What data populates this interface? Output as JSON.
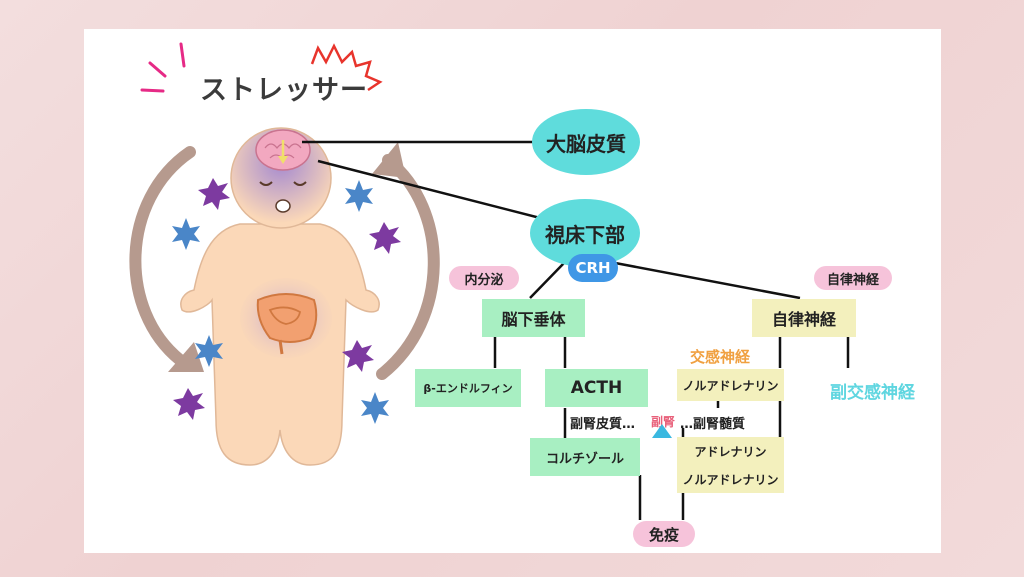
{
  "title": "ストレッサー",
  "nodes": {
    "cortex": "大脳皮質",
    "hypothalamus": "視床下部",
    "crh": "CRH",
    "endocrine_label": "内分泌",
    "autonomic_label": "自律神経",
    "pituitary": "脳下垂体",
    "autonomic_box": "自律神経",
    "endorphin": "β-エンドルフィン",
    "acth": "ACTH",
    "sympathetic": "交感神経",
    "parasympathetic": "副交感神経",
    "noradrenaline": "ノルアドレナリン",
    "adrenal_cortex": "副腎皮質…",
    "adrenal": "副腎",
    "adrenal_medulla": "…副腎髄質",
    "cortisol": "コルチゾール",
    "adrenaline": "アドレナリン",
    "noradrenaline2": "ノルアドレナリン",
    "immunity": "免疫"
  },
  "colors": {
    "sympathetic": "#f0a040",
    "parasympathetic": "#5fd6e0",
    "adrenal": "#e8607a",
    "ellipse": "#5fdcdc",
    "green_box": "#a8efc2",
    "yellow_box": "#f3f0bd",
    "pink_pill": "#f6c3da"
  }
}
